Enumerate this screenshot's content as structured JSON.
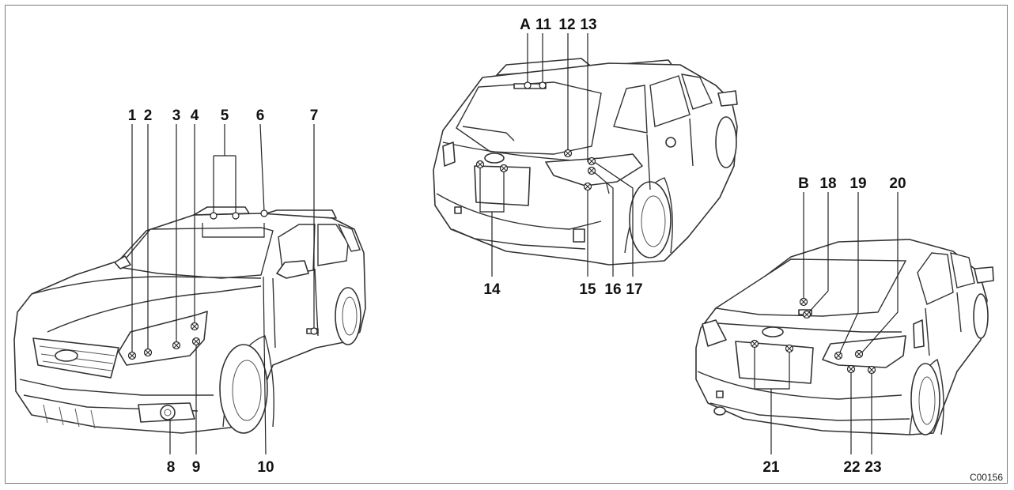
{
  "labels": {
    "n1": "1",
    "n2": "2",
    "n3": "3",
    "n4": "4",
    "n5": "5",
    "n6": "6",
    "n7": "7",
    "n8": "8",
    "n9": "9",
    "n10": "10",
    "A": "A",
    "n11": "11",
    "n12": "12",
    "n13": "13",
    "n14": "14",
    "n15": "15",
    "n16": "16",
    "n17": "17",
    "B": "B",
    "n18": "18",
    "n19": "19",
    "n20": "20",
    "n21": "21",
    "n22": "22",
    "n23": "23"
  },
  "figure_code": "C00156"
}
